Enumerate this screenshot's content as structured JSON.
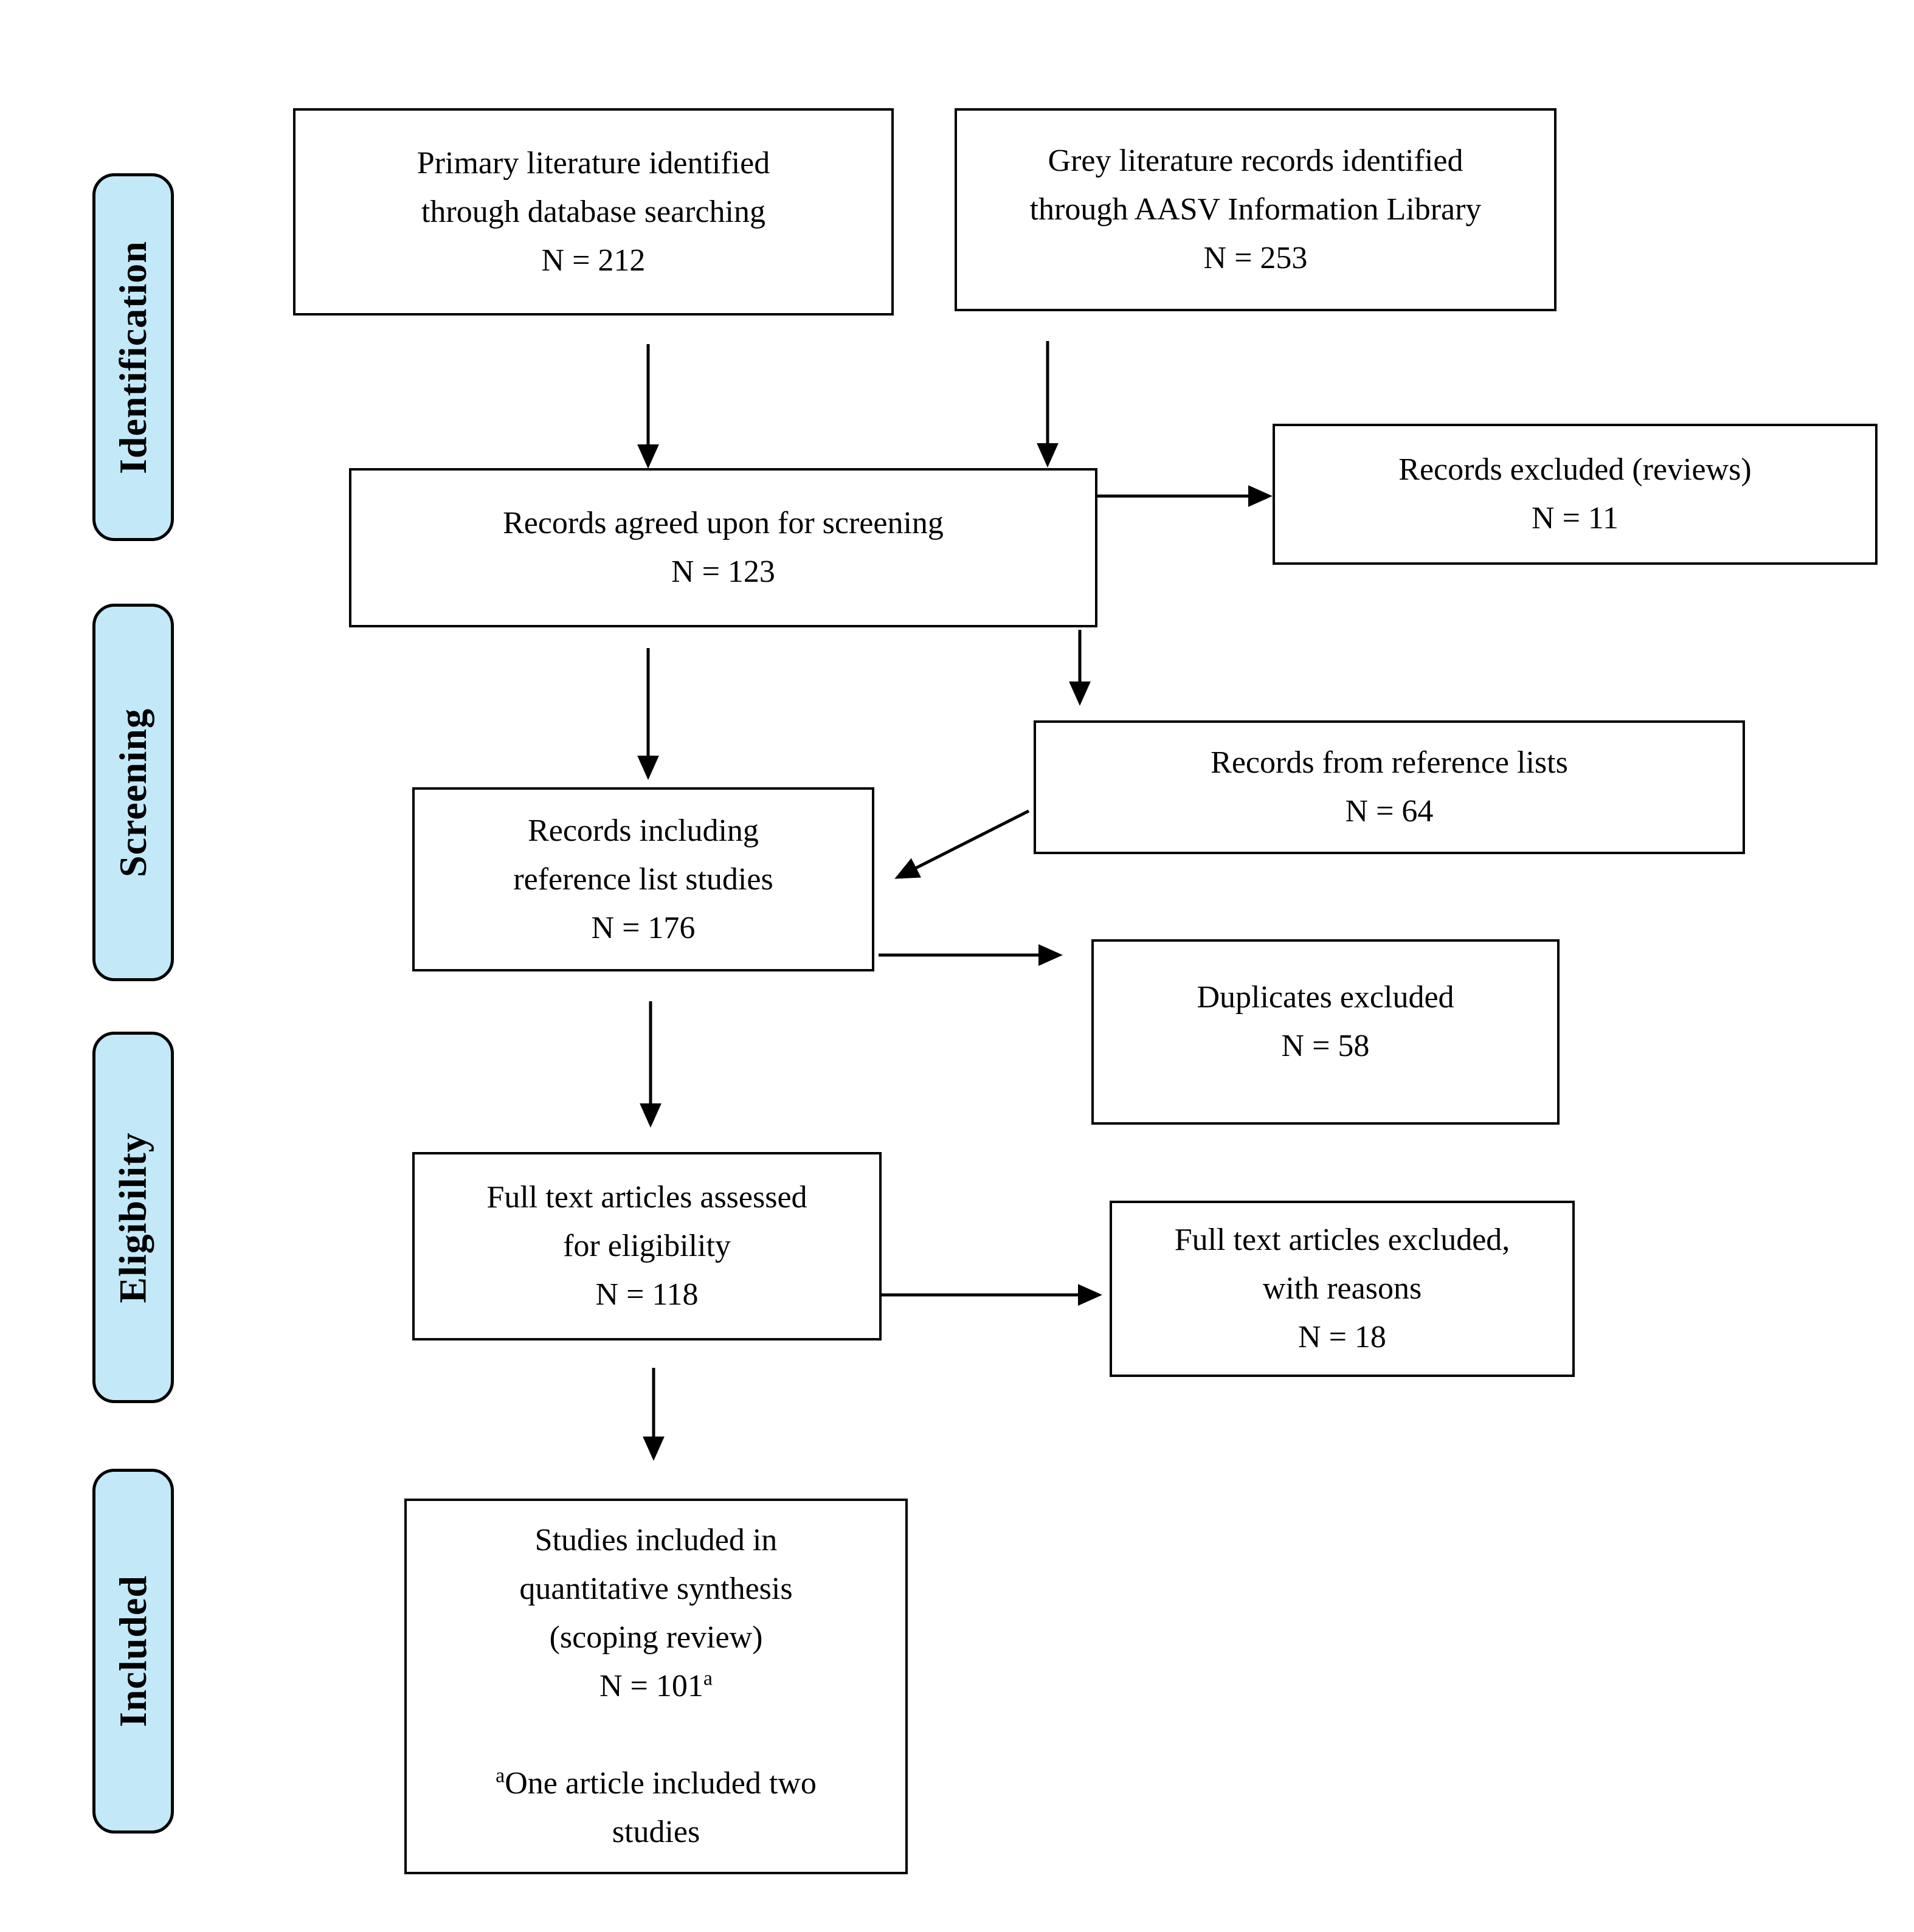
{
  "colors": {
    "stage_fill": "#c3e9f9",
    "stroke": "#000000",
    "text": "#000000",
    "box_fill": "#ffffff"
  },
  "stages": {
    "identification": "Identification",
    "screening": "Screening",
    "eligibility": "Eligibility",
    "included": "Included"
  },
  "boxes": {
    "primary": {
      "lines": [
        "Primary literature identified",
        "through database searching"
      ],
      "count": "N = 212"
    },
    "grey": {
      "lines": [
        "Grey literature records identified",
        "through AASV Information Library"
      ],
      "count": "N = 253"
    },
    "agreed": {
      "lines": [
        "Records agreed upon for screening"
      ],
      "count": "N = 123"
    },
    "excluded_reviews": {
      "lines": [
        "Records excluded (reviews)"
      ],
      "count": "N = 11"
    },
    "reference_lists": {
      "lines": [
        "Records from reference lists"
      ],
      "count": "N = 64"
    },
    "including_reference": {
      "lines": [
        "Records including",
        "reference list studies"
      ],
      "count": "N = 176"
    },
    "duplicates": {
      "lines": [
        "Duplicates excluded"
      ],
      "count": "N = 58"
    },
    "fulltext_assessed": {
      "lines": [
        "Full text articles assessed",
        "for eligibility"
      ],
      "count": "N = 118"
    },
    "fulltext_excluded": {
      "lines": [
        "Full text articles excluded,",
        "with reasons"
      ],
      "count": "N = 18"
    },
    "included_studies": {
      "lines": [
        "Studies included in",
        "quantitative synthesis",
        "(scoping review)"
      ],
      "count_prefix": "N = 101",
      "count_sup": "a",
      "footnote_sup": "a",
      "footnote_lines": [
        "One article included two",
        "studies"
      ]
    }
  }
}
